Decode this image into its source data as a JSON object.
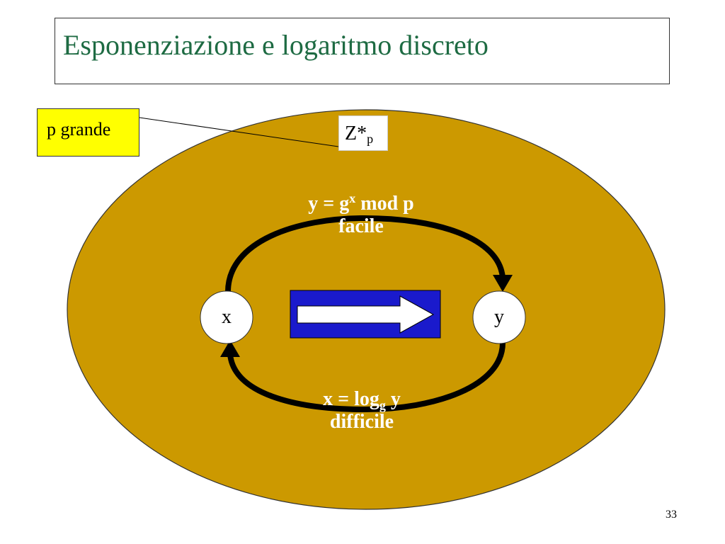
{
  "slide": {
    "title": "Esponenziazione e logaritmo discreto",
    "page_number": "33"
  },
  "diagram": {
    "callout": "p grande",
    "group_label_main": "Z*",
    "group_label_sub": "p",
    "forward": {
      "lhs": "y = g",
      "exponent": "x",
      "rhs": " mod p",
      "note": "facile"
    },
    "inverse": {
      "lhs": "x = log",
      "subscript": "g",
      "rhs": " y",
      "note": "difficile"
    },
    "node_x": "x",
    "node_y": "y",
    "colors": {
      "ellipse": "#cc9900",
      "callout": "#ffff00",
      "arrow_box": "#1a1acc",
      "title": "#1e6b43"
    }
  }
}
